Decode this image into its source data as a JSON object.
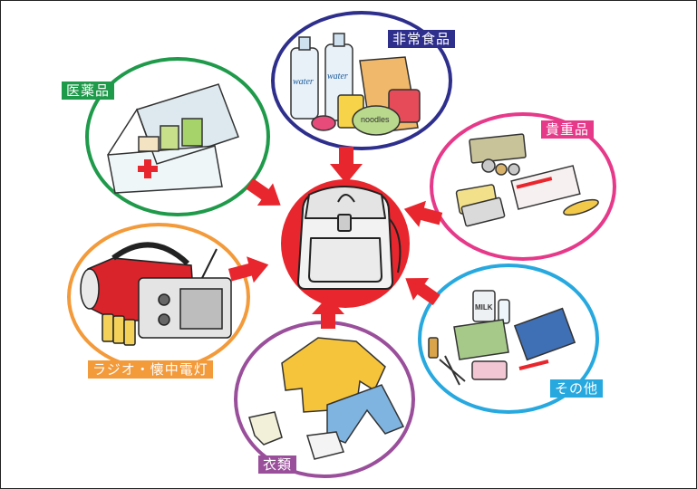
{
  "categories": [
    {
      "key": "food",
      "label": "非常食品",
      "color": "#2e2f8c"
    },
    {
      "key": "medicine",
      "label": "医薬品",
      "color": "#1f9a4a"
    },
    {
      "key": "valuables",
      "label": "貴重品",
      "color": "#e6398a"
    },
    {
      "key": "radio",
      "label": "ラジオ・懐中電灯",
      "color": "#f39a3a"
    },
    {
      "key": "other",
      "label": "その他",
      "color": "#27a9df"
    },
    {
      "key": "clothing",
      "label": "衣類",
      "color": "#9a4f9b"
    }
  ],
  "food_items": {
    "bottle1": "water",
    "bottle2": "water",
    "can": "noodles"
  },
  "other_items": {
    "milk": "MILK"
  },
  "center": {
    "fill": "#e8262d"
  },
  "arrow_color": "#e8262d"
}
